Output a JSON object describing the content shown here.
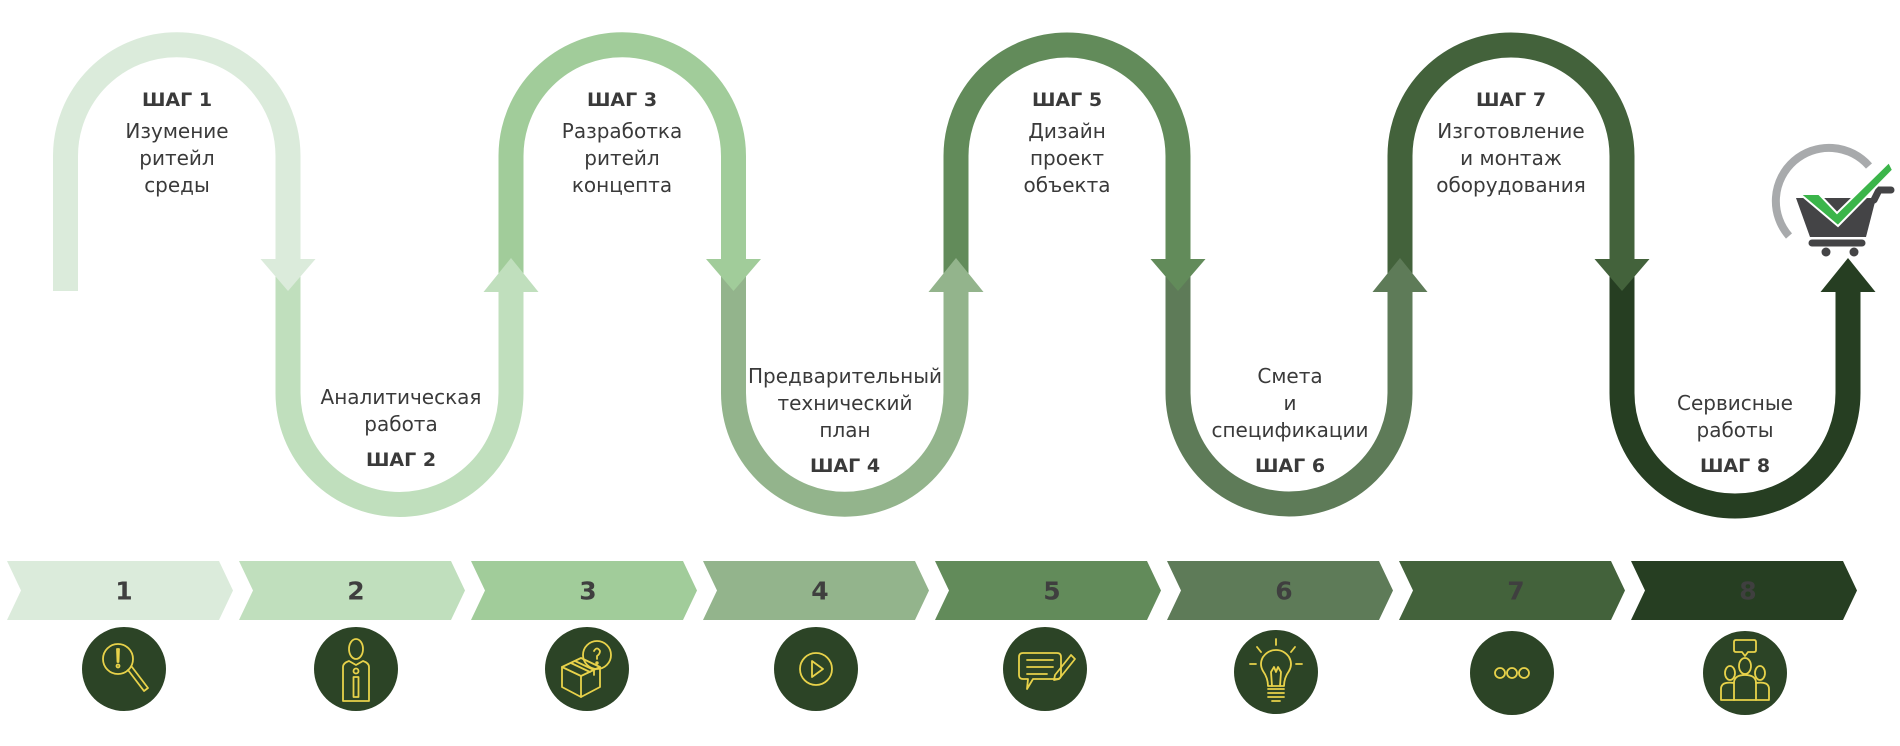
{
  "steps": [
    {
      "label": "ШАГ 1",
      "lines": [
        "Изумение",
        "ритейл",
        "среды"
      ],
      "number": "1",
      "color": "#dbebdb",
      "icon": "magnifier-exclamation-icon"
    },
    {
      "label": "ШАГ 2",
      "lines": [
        "Аналитическая",
        "работа"
      ],
      "number": "2",
      "color": "#c0dfbd",
      "icon": "person-info-icon"
    },
    {
      "label": "ШАГ 3",
      "lines": [
        "Разработка",
        "ритейл",
        "концепта"
      ],
      "number": "3",
      "color": "#a1cc9a",
      "icon": "box-question-icon"
    },
    {
      "label": "ШАГ 4",
      "lines": [
        "Предварительный",
        "технический",
        "план"
      ],
      "number": "4",
      "color": "#93b48c",
      "icon": "play-circle-icon"
    },
    {
      "label": "ШАГ 5",
      "lines": [
        "Дизайн",
        "проект",
        "объекта"
      ],
      "number": "5",
      "color": "#628b5a",
      "icon": "chat-edit-icon"
    },
    {
      "label": "ШАГ 6",
      "lines": [
        "Смета",
        "и",
        "спецификации"
      ],
      "number": "6",
      "color": "#5e7b58",
      "icon": "lightbulb-icon"
    },
    {
      "label": "ШАГ 7",
      "lines": [
        "Изготовление",
        "и монтаж",
        "оборудования"
      ],
      "number": "7",
      "color": "#43623b",
      "icon": "more-dots-icon"
    },
    {
      "label": "ШАГ 8",
      "lines": [
        "Сервисные",
        "работы"
      ],
      "number": "8",
      "color": "#263e22",
      "icon": "team-discussion-icon"
    }
  ],
  "colors": {
    "icon_circle": "#2c4426",
    "icon_stroke": "#e8d24a",
    "text": "#3a3a3a",
    "number_text": "#3f3f3f",
    "check_green": "#3bb54a",
    "cart_gray": "#444446",
    "arc_gray": "#a8aaac"
  },
  "final_icon": "cart-checkmark-icon"
}
